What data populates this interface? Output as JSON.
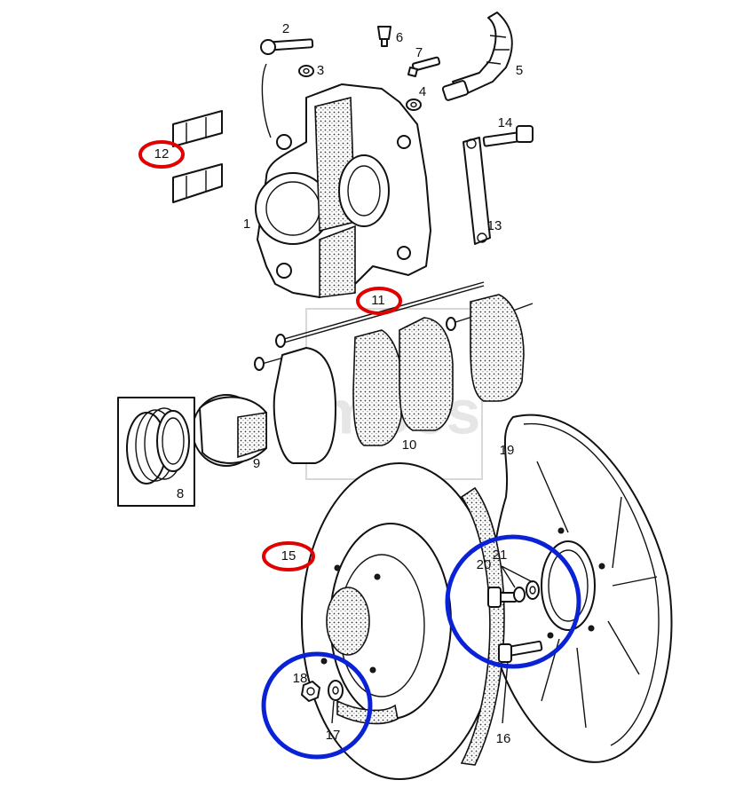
{
  "watermark": "mocs",
  "labels": {
    "p1": "1",
    "p2": "2",
    "p3": "3",
    "p4": "4",
    "p5": "5",
    "p6": "6",
    "p7": "7",
    "p8": "8",
    "p9": "9",
    "p10": "10",
    "p11": "11",
    "p12": "12",
    "p13": "13",
    "p14": "14",
    "p15": "15",
    "p16": "16",
    "p17": "17",
    "p18": "18",
    "p19": "19",
    "p20": "20",
    "p21": "21"
  },
  "highlighted_red": [
    "11",
    "12",
    "15"
  ],
  "highlighted_blue": [
    "17",
    "18",
    "20",
    "21"
  ],
  "colors": {
    "red_marker": "#e00000",
    "blue_marker": "#0a22d6",
    "line_art": "#111111"
  }
}
